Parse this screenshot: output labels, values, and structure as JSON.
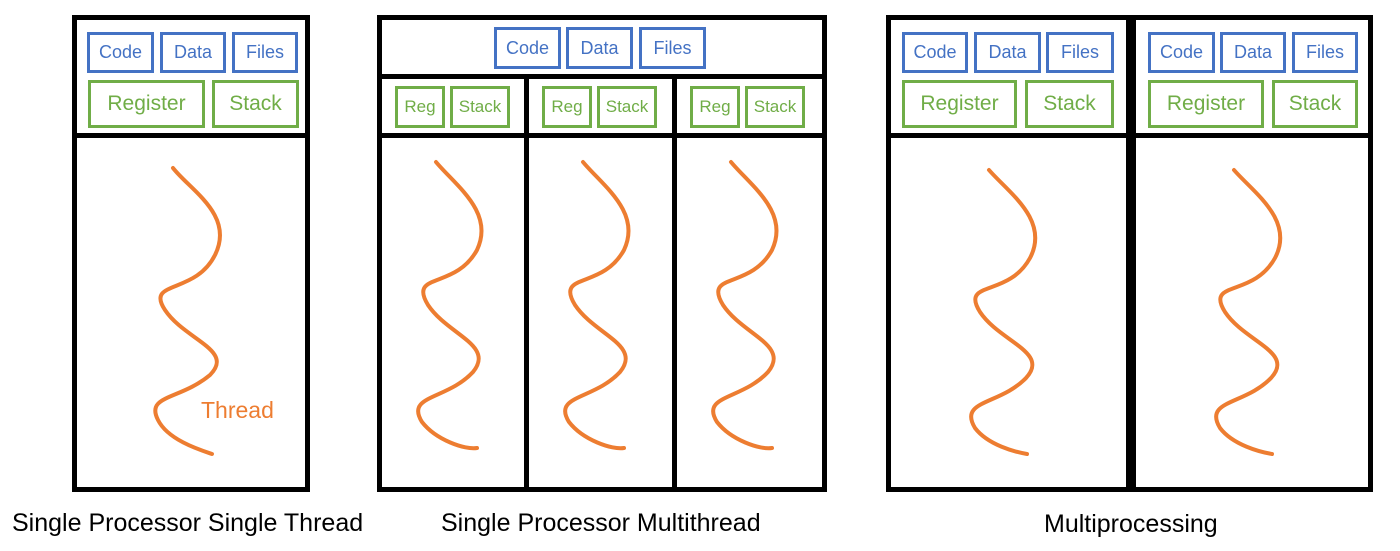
{
  "resources": {
    "code": "Code",
    "data": "Data",
    "files": "Files"
  },
  "registers": {
    "full": "Register",
    "short": "Reg",
    "stack": "Stack"
  },
  "thread_label": "Thread",
  "captions": {
    "single_thread": "Single Processor Single Thread",
    "multithread": "Single Processor Multithread",
    "multiprocessing": "Multiprocessing"
  },
  "colors": {
    "resource": "#4472c4",
    "register": "#70ad47",
    "thread": "#ed7d31",
    "border": "#000000"
  }
}
